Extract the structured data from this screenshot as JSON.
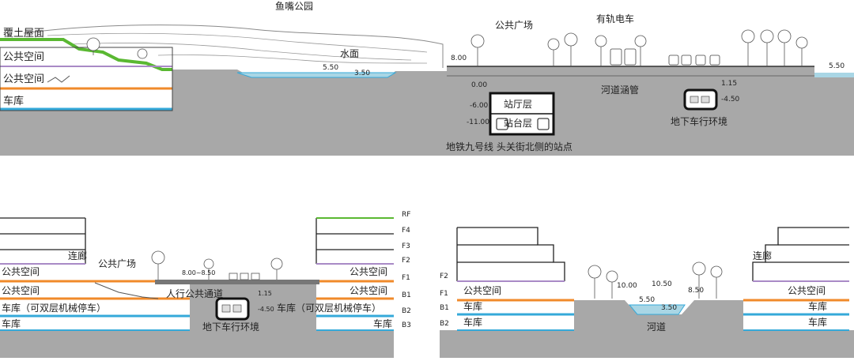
{
  "top_section": {
    "park_title": "鱼嘴公园",
    "green_roof": "覆土屋面",
    "public_space_1": "公共空间",
    "public_space_2": "公共空间",
    "garage": "车库",
    "water_surface": "水面",
    "public_plaza": "公共广场",
    "tram": "有轨电车",
    "river_culvert": "河道涵管",
    "station_hall": "站厅层",
    "platform": "站台层",
    "underground_road": "地下车行环境",
    "metro_caption": "地铁九号线 头关街北侧的站点",
    "elevations": {
      "e_550_left": "5.50",
      "e_350": "3.50",
      "e_800": "8.00",
      "e_000": "0.00",
      "e_m600": "-6.00",
      "e_m1100": "-11.00",
      "e_115": "1.15",
      "e_m450": "-4.50",
      "e_550_right": "5.50"
    }
  },
  "bottom_left": {
    "corridor": "连廊",
    "public_plaza": "公共广场",
    "public_space_l1": "公共空间",
    "public_space_l2": "公共空间",
    "public_space_r1": "公共空间",
    "public_space_r2": "公共空间",
    "garage_double_l": "车库（可双层机械停车）",
    "garage_double_r": "车库（可双层机械停车）",
    "garage_l": "车库",
    "garage_r": "车库",
    "pedestrian_passage": "人行公共通道",
    "underground_road": "地下车行环境",
    "elev_plaza": "8.00~8.50",
    "elev_115": "1.15",
    "elev_m450": "-4.50",
    "floor_labels": [
      "RF",
      "F4",
      "F3",
      "F2",
      "F1",
      "B1",
      "B2",
      "B3"
    ]
  },
  "bottom_right": {
    "floor_labels": [
      "F2",
      "F1",
      "B1",
      "B2"
    ],
    "public_space_l": "公共空间",
    "public_space_r": "公共空间",
    "garage_l1": "车库",
    "garage_l2": "车库",
    "garage_r1": "车库",
    "garage_r2": "车库",
    "corridor": "连廊",
    "river": "河道",
    "elevations": {
      "e_1000": "10.00",
      "e_1050": "10.50",
      "e_850": "8.50",
      "e_550": "5.50",
      "e_350": "3.50"
    }
  },
  "colors": {
    "ground": "#a8a8a8",
    "water": "#a9d6e5",
    "green_roof": "#5ab832",
    "orange_slab": "#f08a2a",
    "blue_slab": "#35a9d9",
    "purple_slab": "#a98ac6",
    "structure_line": "#222222"
  }
}
